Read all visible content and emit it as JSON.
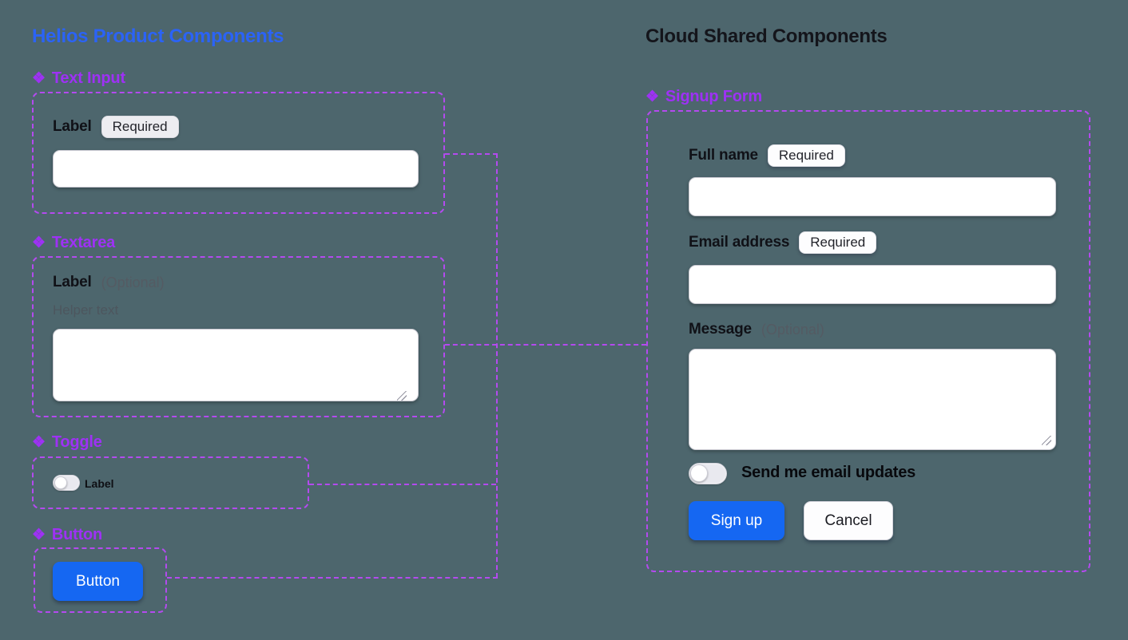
{
  "colors": {
    "background": "#4d666d",
    "title-blue": "#2b63f6",
    "component-purple": "#9e31f5",
    "connector-purple": "#b44aef",
    "button-blue": "#1567f2",
    "text-dark": "#14151b"
  },
  "icons": {
    "component": "❖"
  },
  "left": {
    "title": "Helios Product Components",
    "text_input": {
      "name": "Text Input",
      "label": "Label",
      "badge": "Required",
      "value": "",
      "placeholder": ""
    },
    "textarea": {
      "name": "Textarea",
      "label": "Label",
      "optional": "(Optional)",
      "helper": "Helper text",
      "value": "",
      "placeholder": ""
    },
    "toggle": {
      "name": "Toggle",
      "label": "Label",
      "state": "off"
    },
    "button": {
      "name": "Button",
      "label": "Button"
    }
  },
  "right": {
    "title": "Cloud Shared Components",
    "signup_form": {
      "name": "Signup Form",
      "full_name": {
        "label": "Full name",
        "badge": "Required",
        "value": "",
        "placeholder": ""
      },
      "email": {
        "label": "Email address",
        "badge": "Required",
        "value": "",
        "placeholder": ""
      },
      "message": {
        "label": "Message",
        "optional": "(Optional)",
        "value": "",
        "placeholder": ""
      },
      "updates_toggle": {
        "label": "Send me email updates",
        "state": "off"
      },
      "submit_label": "Sign up",
      "cancel_label": "Cancel"
    }
  }
}
